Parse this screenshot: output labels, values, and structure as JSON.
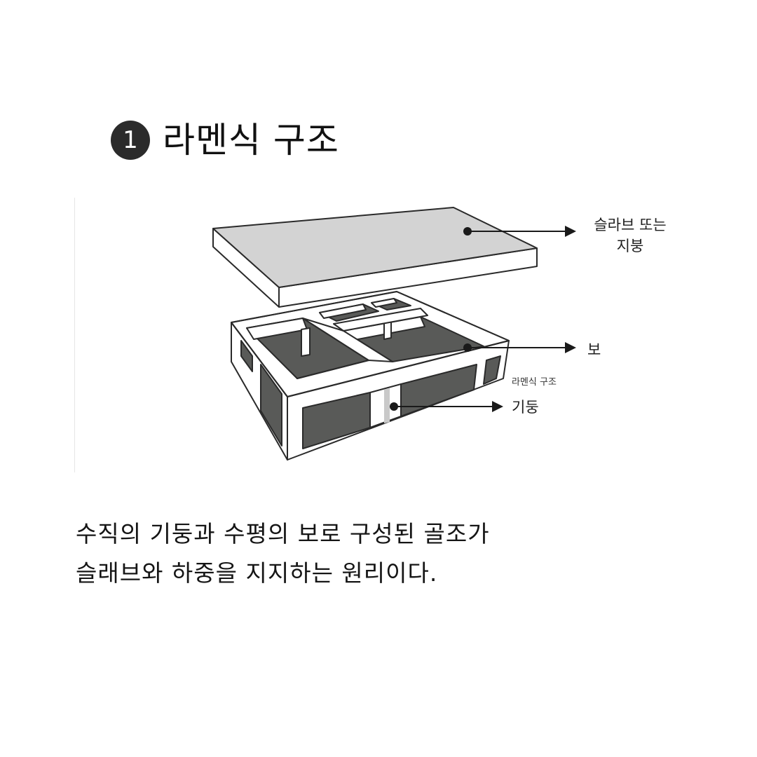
{
  "title": {
    "number": "1",
    "text": "라멘식 구조"
  },
  "diagram": {
    "labels": {
      "slab_line1": "슬라브 또는",
      "slab_line2": "지붕",
      "beam": "보",
      "column": "기둥"
    },
    "caption": "라멘식 구조",
    "colors": {
      "slab_top": "#d3d3d3",
      "slab_side": "#ffffff",
      "frame": "#ffffff",
      "frame_inner_shadow": "#9a9a9a",
      "floor": "#595a58",
      "outline": "#2a2a2a",
      "pointer": "#1a1a1a"
    }
  },
  "description": {
    "line1": "수직의 기둥과 수평의 보로 구성된 골조가",
    "line2": "슬래브와 하중을 지지하는 원리이다."
  }
}
